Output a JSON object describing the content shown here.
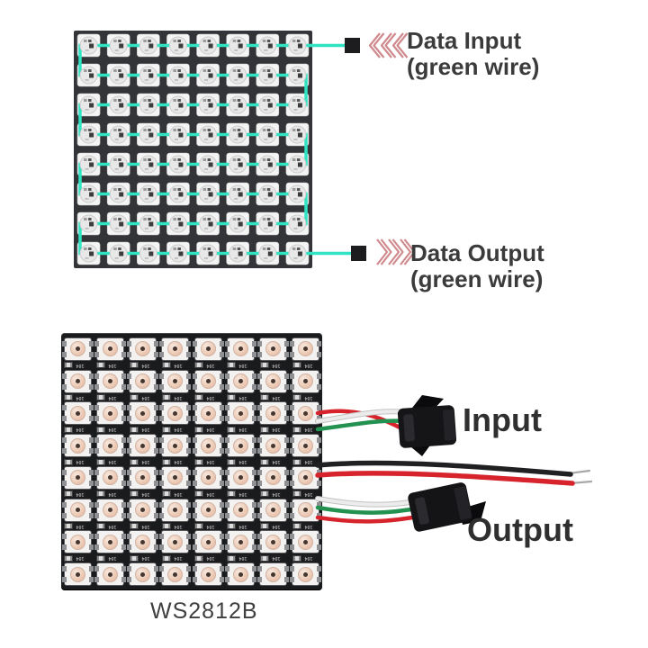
{
  "diagram": {
    "grid": {
      "rows": 8,
      "cols": 8,
      "led_count": 64
    },
    "panel_color": "#333437",
    "trace_color": "#2fe3c3",
    "chevron_color": "#d0898c",
    "terminal_color": "#1d1d1f",
    "input": {
      "label": "Data Input",
      "sublabel": "(green wire)"
    },
    "output": {
      "label": "Data Output",
      "sublabel": "(green wire)"
    }
  },
  "photo": {
    "grid": {
      "rows": 8,
      "cols": 8,
      "led_count": 64
    },
    "panel_color": "#1a1b1d",
    "smd_marking": "104",
    "input_label": "Input",
    "output_label": "Output",
    "caption": "WS2812B",
    "wire_colors": {
      "red": "#d6232c",
      "green": "#23914f",
      "white": "#ececec",
      "black": "#202023"
    }
  }
}
